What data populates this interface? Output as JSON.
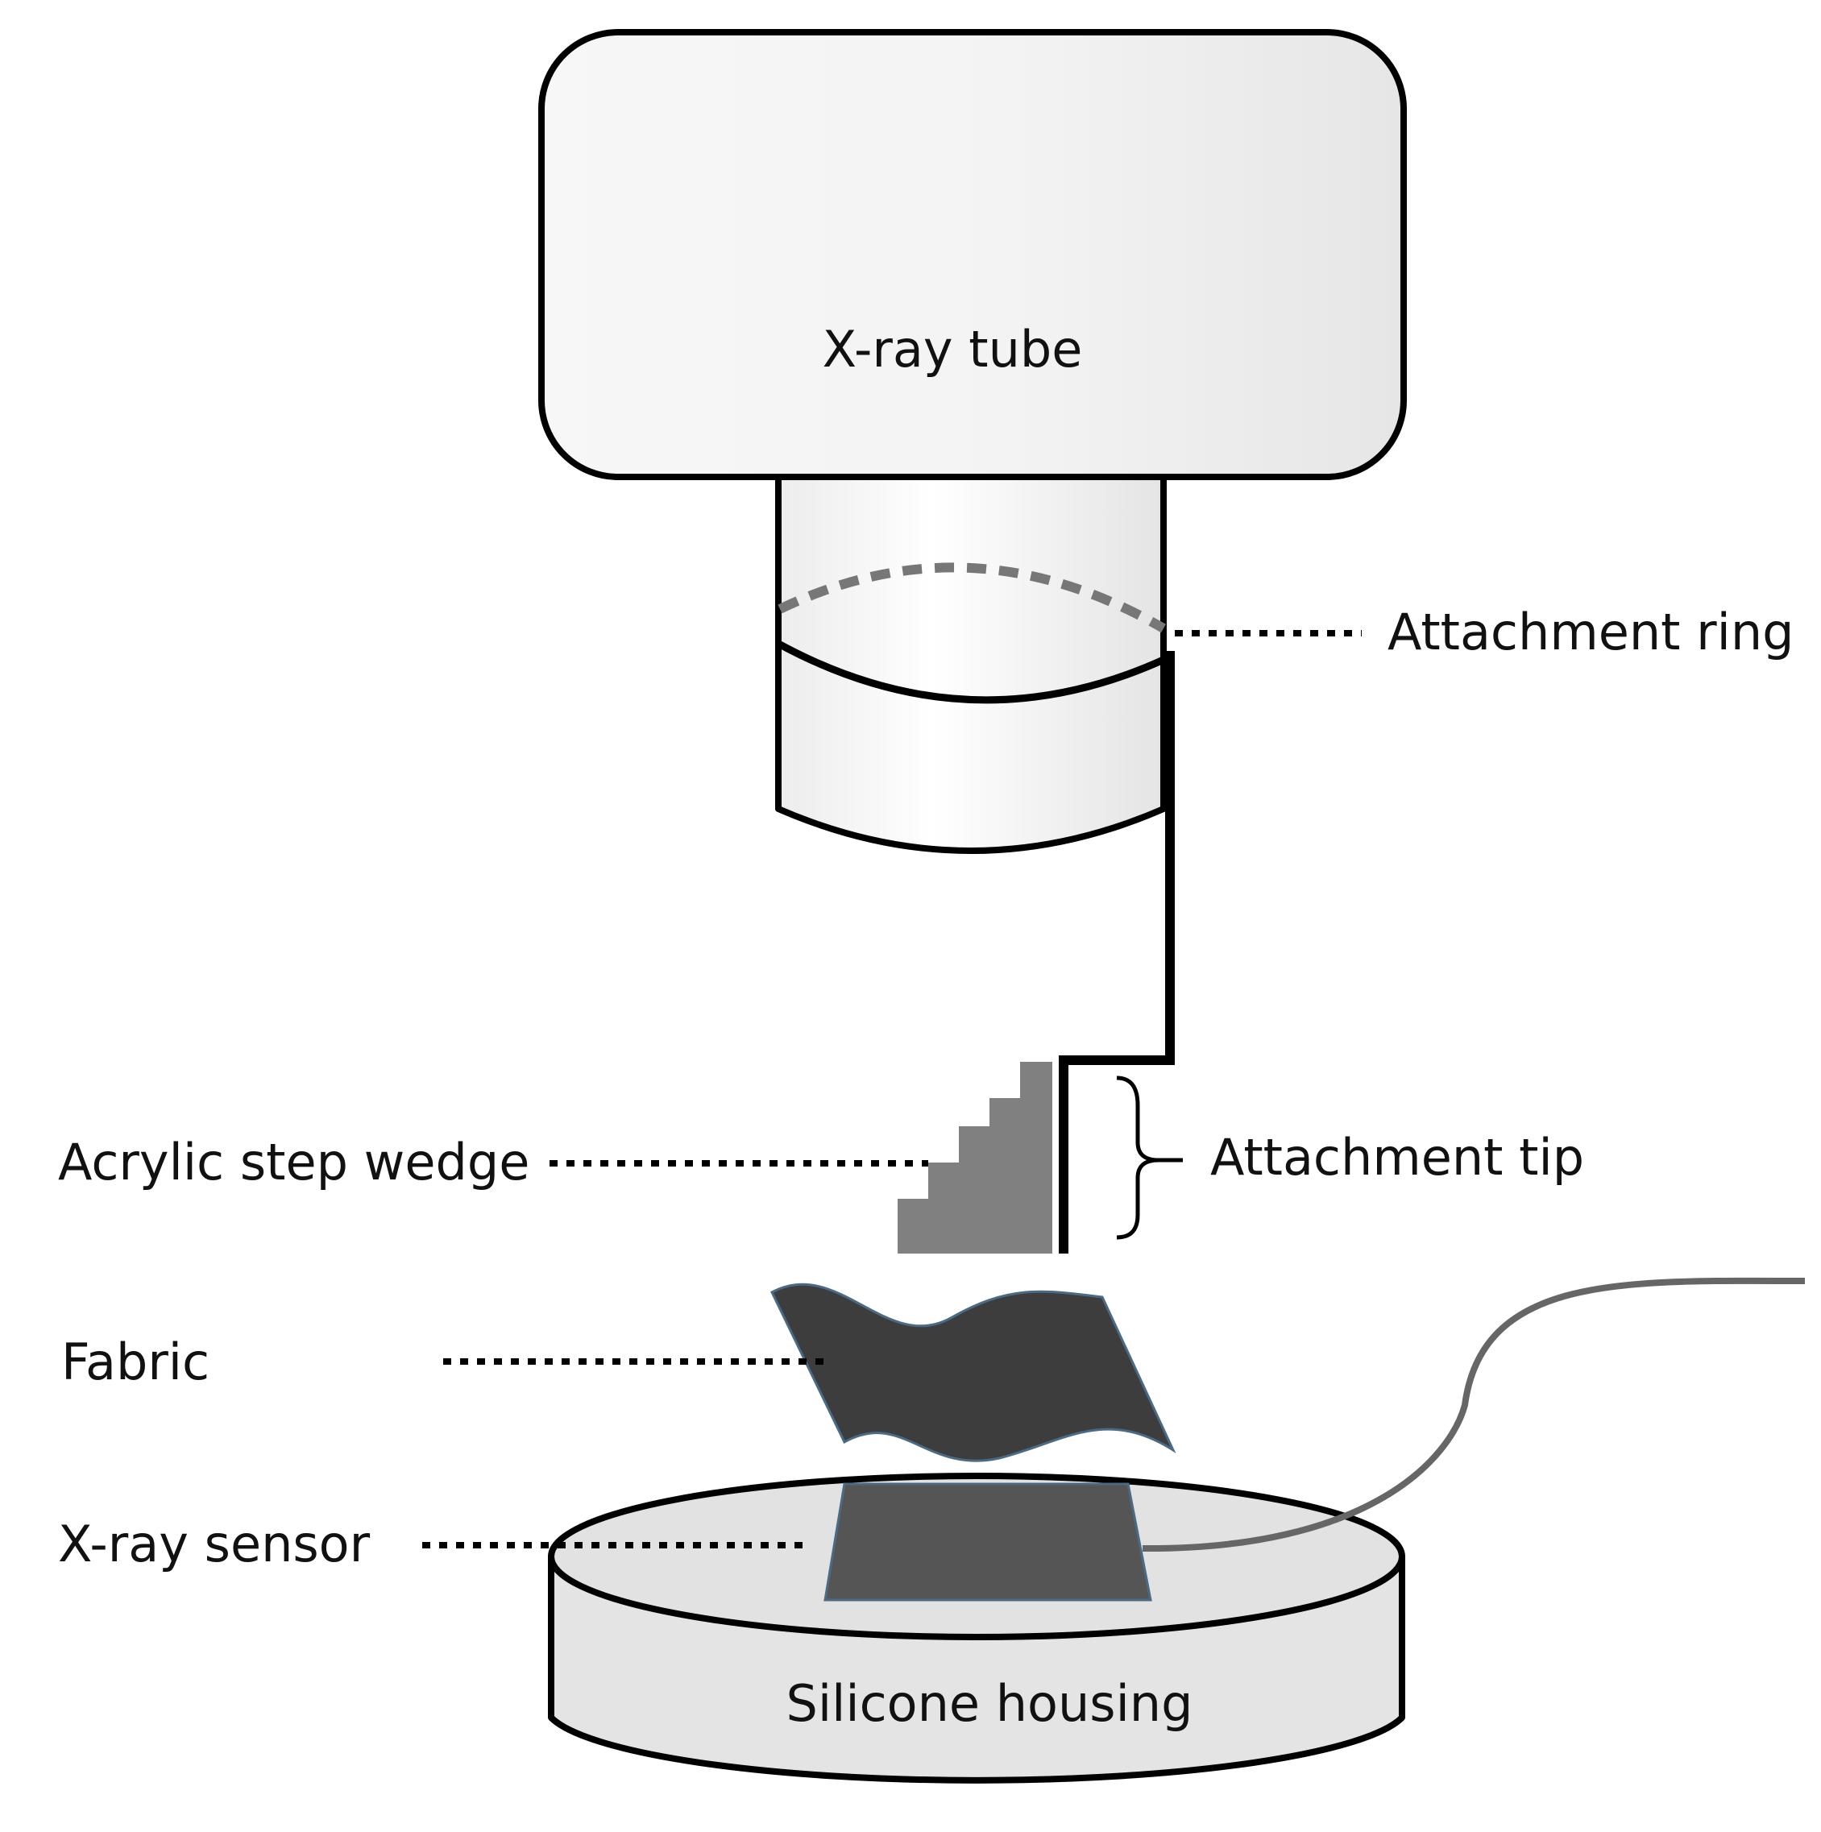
{
  "labels": {
    "xray_tube": "X-ray tube",
    "attachment_ring": "Attachment ring",
    "attachment_tip": "Attachment tip",
    "acrylic_step_wedge": "Acrylic step wedge",
    "fabric": "Fabric",
    "xray_sensor": "X-ray sensor",
    "silicone_housing": "Silicone housing"
  },
  "colors": {
    "outline": "#000000",
    "tube_fill": "#f1f1f1",
    "step_wedge": "#808080",
    "fabric": "#3d3d3d",
    "fabric_edge": "#4a6b86",
    "sensor": "#555555",
    "housing": "#e4e4e4",
    "cable": "#666666",
    "dashed_ring": "#777777"
  }
}
